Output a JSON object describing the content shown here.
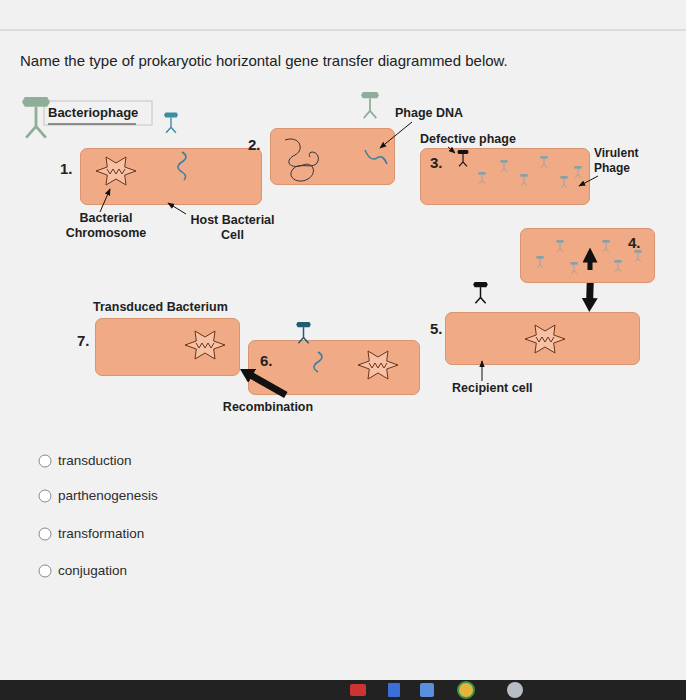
{
  "diagram": {
    "title": "Name the type of prokaryotic horizontal gene transfer diagrammed below.",
    "nodes": [
      {
        "text": [
          "1."
        ]
      },
      {
        "text": [
          "2."
        ]
      },
      {
        "text": [
          "3."
        ]
      },
      {
        "text": [
          "4."
        ]
      },
      {
        "text": [
          "5."
        ]
      },
      {
        "text": [
          "6."
        ]
      },
      {
        "text": [
          "Transduced Bacterium",
          "7."
        ]
      }
    ],
    "edges": [
      {
        "from": 3,
        "to": 4,
        "arrow": "to"
      },
      {
        "from": 5,
        "to": 6,
        "label": "Recombination",
        "arrow": "to"
      }
    ],
    "labels": [
      "Bacteriophage",
      "Bacterial Chromosome",
      "Host Bacterial Cell",
      "Phage DNA",
      "Defective phage",
      "Virulent Phage",
      "Recipient cell",
      "transduction",
      "parthenogenesis",
      "transformation",
      "conjugation"
    ]
  }
}
